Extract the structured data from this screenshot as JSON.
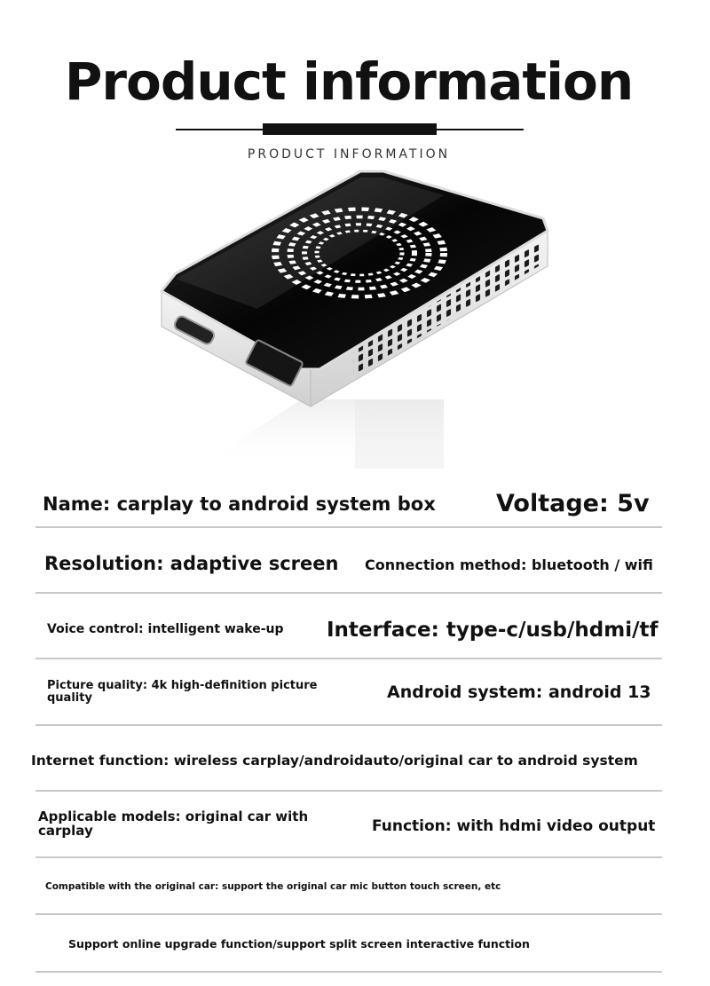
{
  "header": {
    "title": "Product information",
    "subtitle": "PRODUCT INFORMATION"
  },
  "specs": {
    "name": "Name: carplay to android system box",
    "voltage": "Voltage: 5v",
    "resolution": "Resolution: adaptive screen",
    "connection": "Connection method: bluetooth / wifi",
    "voice": "Voice control: intelligent wake-up",
    "interface": "Interface: type-c/usb/hdmi/tf",
    "picture": "Picture quality: 4k high-definition picture quality",
    "android": "Android system: android 13",
    "internet": "Internet function: wireless carplay/androidauto/original car to android system",
    "models": "Applicable models: original car with carplay",
    "function": "Function: with hdmi video output",
    "compatible": "Compatible with the original car: support the original car mic button touch screen, etc",
    "upgrade": "Support online upgrade function/support split screen interactive function"
  }
}
